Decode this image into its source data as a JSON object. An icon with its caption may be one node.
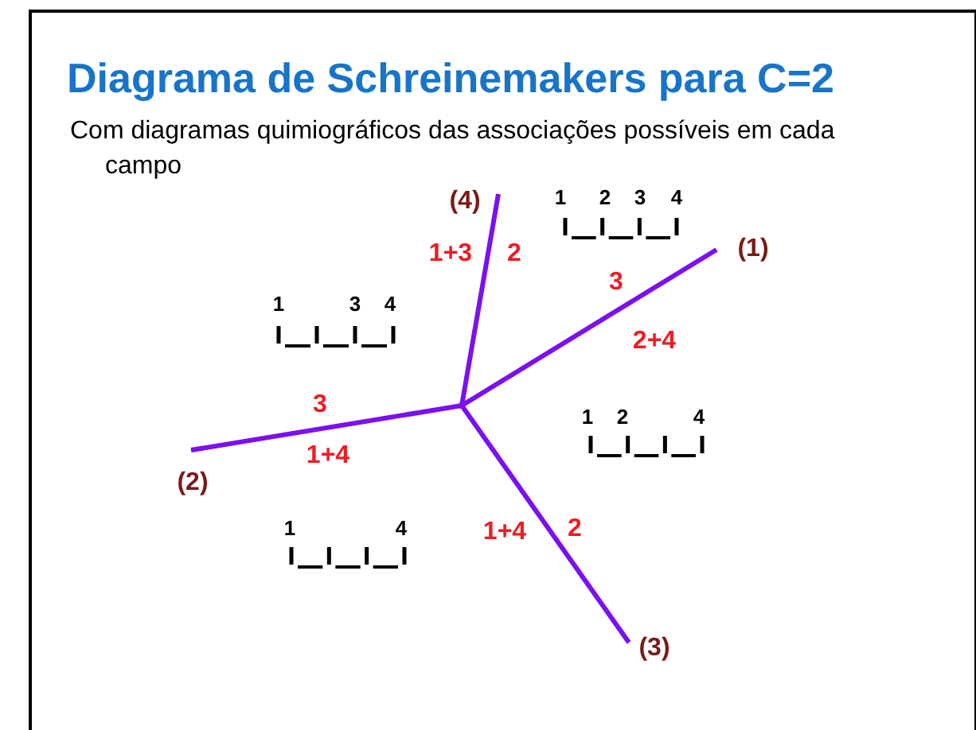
{
  "diagram": {
    "title": "Diagrama de Schreinemakers para C=2",
    "caption": "Com diagramas quimiográficos das associações possíveis em cada campo",
    "nodes": [
      {
        "text": [],
        "shape": "point"
      },
      {
        "text": [
          "(4)"
        ]
      },
      {
        "text": [
          "(1)"
        ]
      },
      {
        "text": [
          "(2)"
        ]
      },
      {
        "text": [
          "(3)"
        ]
      }
    ],
    "edges": [
      {
        "from": 0,
        "to": 1,
        "arrow": "none"
      },
      {
        "from": 0,
        "to": 2,
        "arrow": "none"
      },
      {
        "from": 0,
        "to": 3,
        "arrow": "none"
      },
      {
        "from": 0,
        "to": 4,
        "arrow": "none"
      }
    ],
    "labels": [
      "1+3",
      "2",
      "1",
      "2",
      "3",
      "4",
      "3",
      "2+4",
      "1",
      "3",
      "4",
      "3",
      "1+4",
      "1",
      "2",
      "4",
      "1",
      "4",
      "1+4",
      "2"
    ]
  }
}
